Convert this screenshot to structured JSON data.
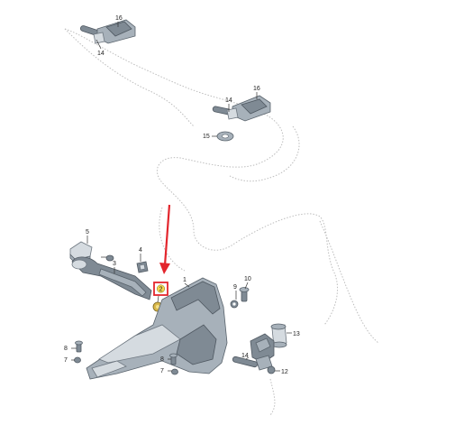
{
  "diagram": {
    "callouts": {
      "c16a": "16",
      "c14a": "14",
      "c14b": "14",
      "c16b": "16",
      "c15": "15",
      "c5": "5",
      "c4": "4",
      "c3": "3",
      "c2": "2",
      "c1": "1",
      "c9": "9",
      "c10": "10",
      "c13": "13",
      "c14c": "14",
      "c12": "12",
      "c8a": "8",
      "c7a": "7",
      "c8b": "8",
      "c7b": "7"
    },
    "colors": {
      "highlight": "#e3262d",
      "arrow": "#e3262d",
      "callout_badge": "#f3d64f",
      "part_dark": "#7f8a94",
      "part_light": "#d5dbe0"
    }
  }
}
